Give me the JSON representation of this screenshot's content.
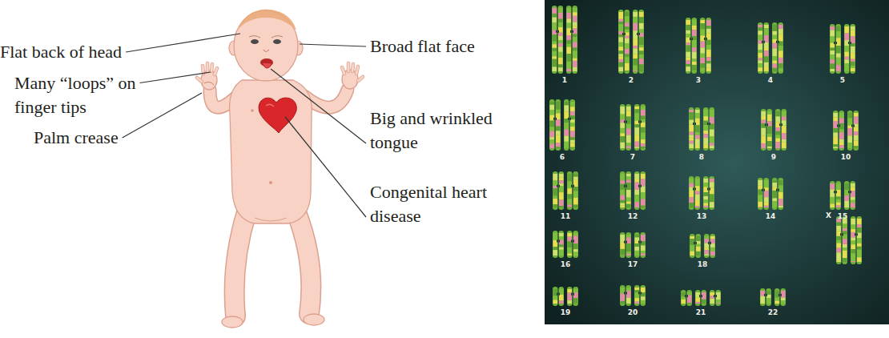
{
  "diagram": {
    "labels": [
      "Flat back of head",
      "Many “loops” on finger tips",
      "Palm crease",
      "Broad flat face",
      "Big and wrinkled tongue",
      "Congenital heart disease",
      "1",
      "2",
      "3",
      "4",
      "5",
      "6",
      "7",
      "8",
      "9",
      "10",
      "11",
      "12",
      "13",
      "14",
      "15",
      "16",
      "17",
      "18",
      "X",
      "19",
      "20",
      "21",
      "22"
    ]
  }
}
